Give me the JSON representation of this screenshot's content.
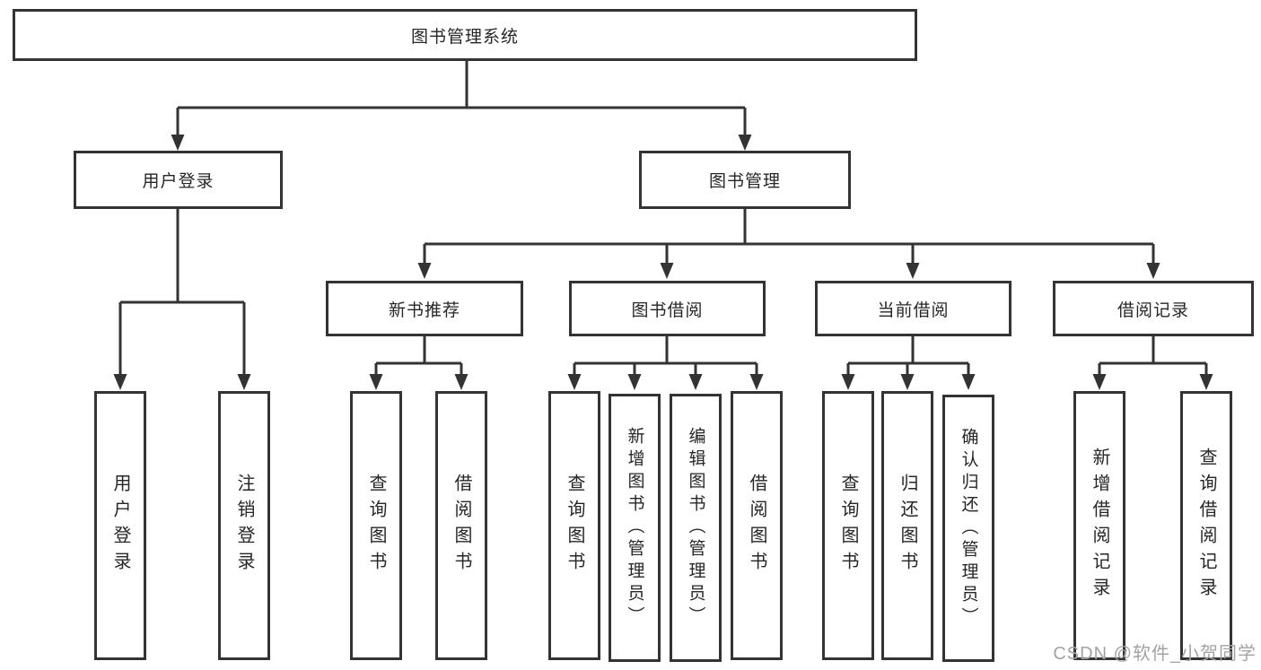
{
  "tree": {
    "root": "图书管理系统",
    "login": {
      "label": "用户登录",
      "children": [
        "用户登录",
        "注销登录"
      ]
    },
    "management": {
      "label": "图书管理",
      "groups": [
        {
          "label": "新书推荐",
          "children": [
            "查询图书",
            "借阅图书"
          ]
        },
        {
          "label": "图书借阅",
          "children": [
            "查询图书",
            "新增图书（管理员）",
            "编辑图书（管理员）",
            "借阅图书"
          ]
        },
        {
          "label": "当前借阅",
          "children": [
            "查询图书",
            "归还图书",
            "确认归还（管理员）"
          ]
        },
        {
          "label": "借阅记录",
          "children": [
            "新增借阅记录",
            "查询借阅记录"
          ]
        }
      ]
    }
  },
  "watermark": "CSDN @软件_小贺同学",
  "colors": {
    "line": "#333333",
    "text": "#262626",
    "background": "#ffffff",
    "watermark": "#a3a3a3"
  }
}
